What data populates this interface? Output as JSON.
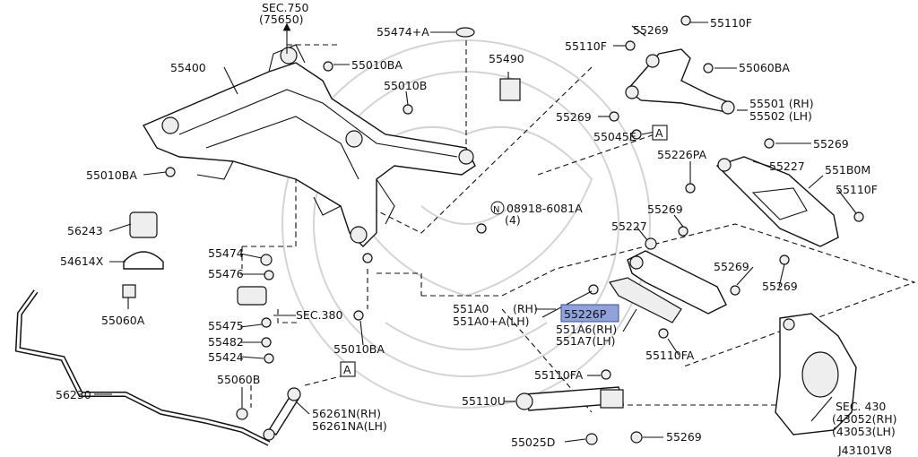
{
  "diagram_id": "J43101V8",
  "highlighted_part": "55226P",
  "labels": {
    "sec750": "SEC.750",
    "sec750_code": "(75650)",
    "p55474A": "55474+A",
    "p55110F_top_right": "55110F",
    "p55269_top": "55269",
    "p55110F_top_left": "55110F",
    "p55400": "55400",
    "p55010BA_top": "55010BA",
    "p55490": "55490",
    "p55060BA": "55060BA",
    "p55010B": "55010B",
    "p55501": "55501 (RH)",
    "p55502": "55502 (LH)",
    "p55269_mid": "55269",
    "p55045E": "55045E",
    "ref_A_top": "A",
    "p55010BA_left": "55010BA",
    "p55226PA": "55226PA",
    "p55227_top": "55227",
    "p55269_right": "55269",
    "p551B0M": "551B0M",
    "p55110F_right": "55110F",
    "p08918": "08918-6081A",
    "p08918_qty": "(4)",
    "p08918_prefix": "N",
    "p55269_center": "55269",
    "p56243": "56243",
    "p55227_mid": "55227",
    "p54614X": "54614X",
    "p55474": "55474",
    "p55476": "55476",
    "p55060A": "55060A",
    "p55269_b1": "55269",
    "p55269_b2": "55269",
    "p551A0": "551A0",
    "p551A0_rh": "(RH)",
    "p551A0A": "551A0+A(LH)",
    "p55226P": "55226P",
    "sec380": "SEC.380",
    "p55475": "55475",
    "p551A6": "551A6(RH)",
    "p551A7": "551A7(LH)",
    "p55482": "55482",
    "p55010BA_bottom": "55010BA",
    "p55110FA_right": "55110FA",
    "p55424": "55424",
    "ref_A_bottom": "A",
    "p56230": "56230",
    "p55060B": "55060B",
    "p55110FA_mid": "55110FA",
    "p55110U": "55110U",
    "p56261N": "56261N(RH)",
    "p56261NA": "56261NA(LH)",
    "sec430": "SEC. 430",
    "p43052": "(43052(RH)",
    "p43053": "(43053(LH)",
    "p55025D": "55025D",
    "p55269_bottom": "55269"
  },
  "colors": {
    "line": "#111111",
    "highlight_fill": "#8fa2d9",
    "highlight_border": "#3d4f9a",
    "watermark": "#d4d4d4"
  }
}
